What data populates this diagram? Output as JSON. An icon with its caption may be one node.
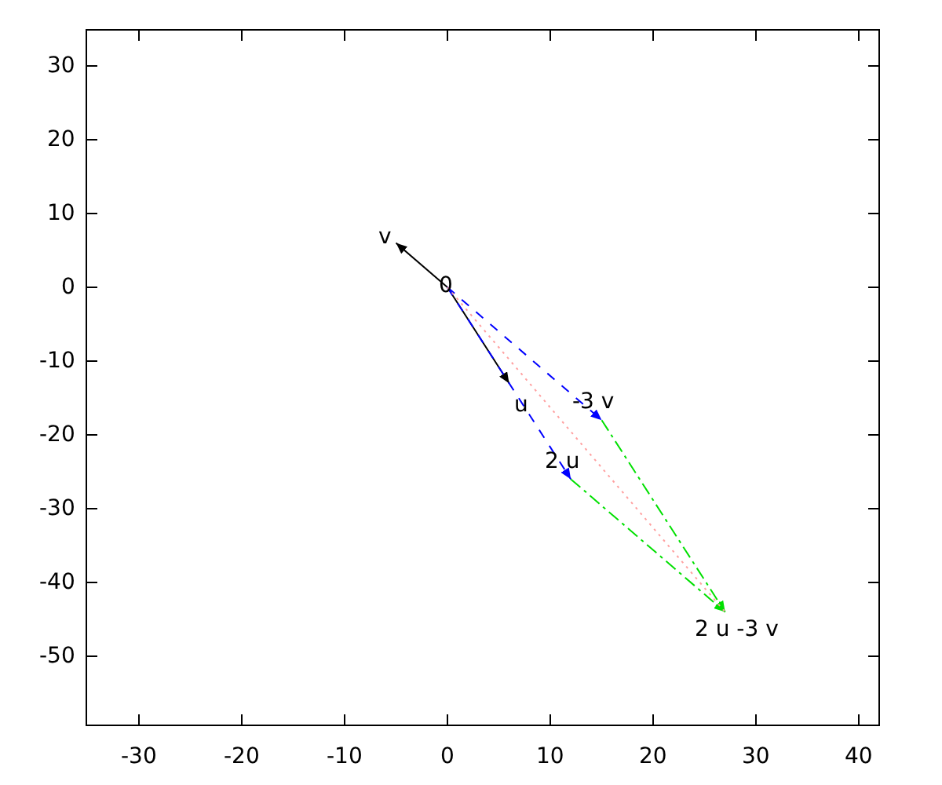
{
  "diagram": {
    "nodes": [
      {
        "text": [
          "v"
        ]
      },
      {
        "text": [
          "0"
        ]
      },
      {
        "text": [
          "u"
        ]
      },
      {
        "text": [
          "-3 v"
        ]
      },
      {
        "text": [
          "2 u"
        ]
      },
      {
        "text": [
          "2 u -3 v"
        ]
      }
    ],
    "edges": [
      {
        "from": 1,
        "to": 0,
        "arrow": "to"
      },
      {
        "from": 1,
        "to": 2,
        "arrow": "to"
      },
      {
        "from": 1,
        "to": 3,
        "arrow": "to",
        "style": "dashed",
        "color": "#0000ff"
      },
      {
        "from": 1,
        "to": 4,
        "arrow": "to",
        "style": "dashed",
        "color": "#0000ff"
      },
      {
        "from": 3,
        "to": 5,
        "arrow": "to",
        "style": "dashed",
        "color": "#00e000"
      },
      {
        "from": 4,
        "to": 5,
        "arrow": "to",
        "style": "dashed",
        "color": "#00e000"
      },
      {
        "from": 1,
        "to": 5,
        "arrow": "none",
        "style": "dashed",
        "color": "#ffa0a0"
      }
    ],
    "labels": [
      "30",
      "20",
      "10",
      "0",
      "-10",
      "-20",
      "-30",
      "-40",
      "-50",
      "-30",
      "-20",
      "-10",
      "0",
      "10",
      "20",
      "30",
      "40"
    ]
  }
}
